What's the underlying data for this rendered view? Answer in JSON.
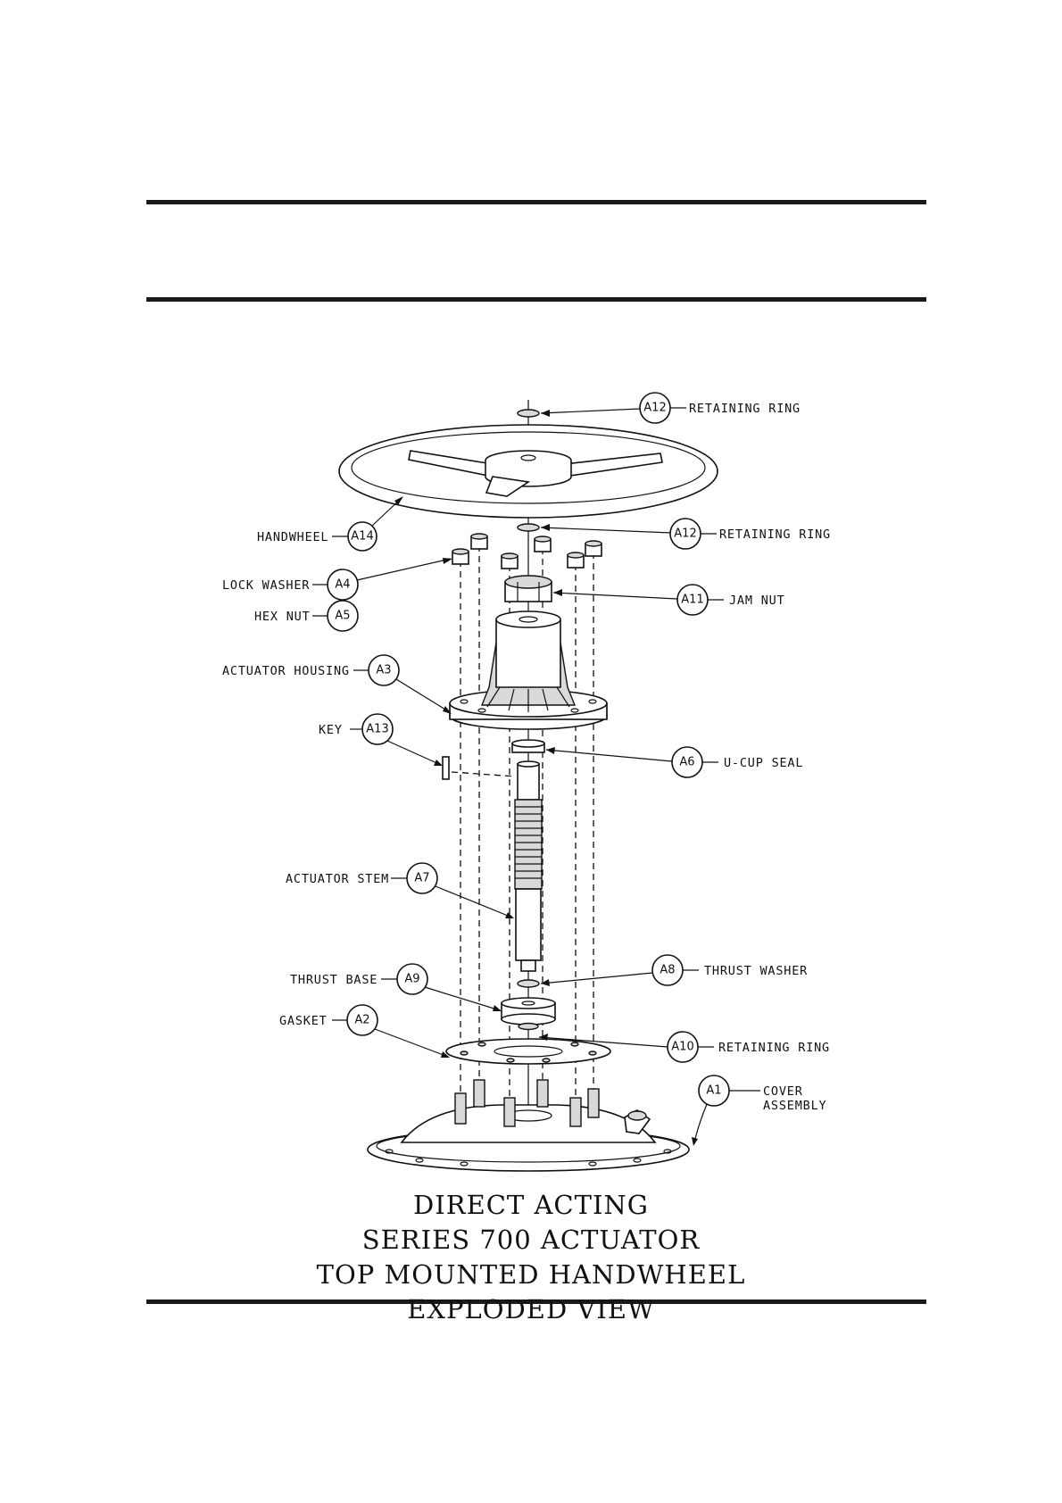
{
  "callouts": [
    {
      "id": "A12",
      "label": "RETAINING RING"
    },
    {
      "id": "A14",
      "label": "HANDWHEEL"
    },
    {
      "id": "A12",
      "label": "RETAINING RING"
    },
    {
      "id": "A4",
      "label": "LOCK WASHER"
    },
    {
      "id": "A5",
      "label": "HEX NUT"
    },
    {
      "id": "A11",
      "label": "JAM NUT"
    },
    {
      "id": "A3",
      "label": "ACTUATOR HOUSING"
    },
    {
      "id": "A13",
      "label": "KEY"
    },
    {
      "id": "A6",
      "label": "U-CUP SEAL"
    },
    {
      "id": "A7",
      "label": "ACTUATOR STEM"
    },
    {
      "id": "A8",
      "label": "THRUST WASHER"
    },
    {
      "id": "A9",
      "label": "THRUST BASE"
    },
    {
      "id": "A2",
      "label": "GASKET"
    },
    {
      "id": "A10",
      "label": "RETAINING RING"
    },
    {
      "id": "A1",
      "label": "COVER",
      "label2": "ASSEMBLY"
    }
  ],
  "title_lines": [
    "DIRECT ACTING",
    "SERIES 700 ACTUATOR",
    "TOP MOUNTED HANDWHEEL",
    "EXPLODED VIEW"
  ]
}
